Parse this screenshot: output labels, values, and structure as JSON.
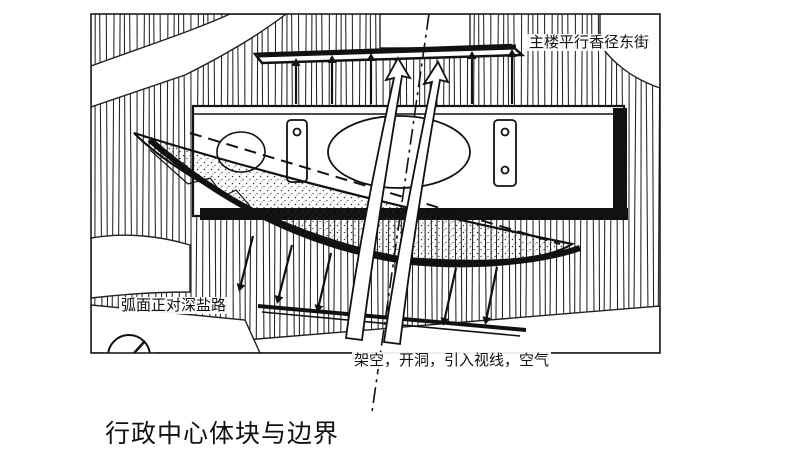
{
  "title": "行政中心体块与边界",
  "annotations": {
    "street": "主楼平行香径东街",
    "arc": "弧面正对深盐路",
    "lift": "架空，开洞，引入视线，空气"
  },
  "colors": {
    "ink": "#111111",
    "paper": "#ffffff",
    "stipple": "#333333"
  },
  "icons": {
    "compass": "north-arrow-icon"
  }
}
